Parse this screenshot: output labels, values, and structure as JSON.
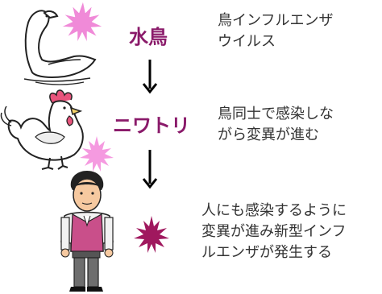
{
  "stages": [
    {
      "label": "水鳥",
      "description_lines": [
        "鳥インフルエンザ",
        "ウイルス"
      ],
      "figure_icon": "swan-icon",
      "virus_icon": "virus-burst-icon",
      "virus_color": "#f08ad8"
    },
    {
      "label": "ニワトリ",
      "description_lines": [
        "鳥同士で感染しな",
        "がら変異が進む"
      ],
      "figure_icon": "chicken-icon",
      "virus_icon": "virus-burst-icon",
      "virus_color": "#f59ae0"
    },
    {
      "label": "",
      "description_lines": [
        "人にも感染するように",
        "変異が進み新型インフ",
        "ルエンザが発生する"
      ],
      "figure_icon": "human-icon",
      "virus_icon": "virus-burst-icon",
      "virus_color": "#a0185e"
    }
  ],
  "colors": {
    "label": "#8a1a6a",
    "text": "#333333",
    "arrow": "#000000"
  }
}
